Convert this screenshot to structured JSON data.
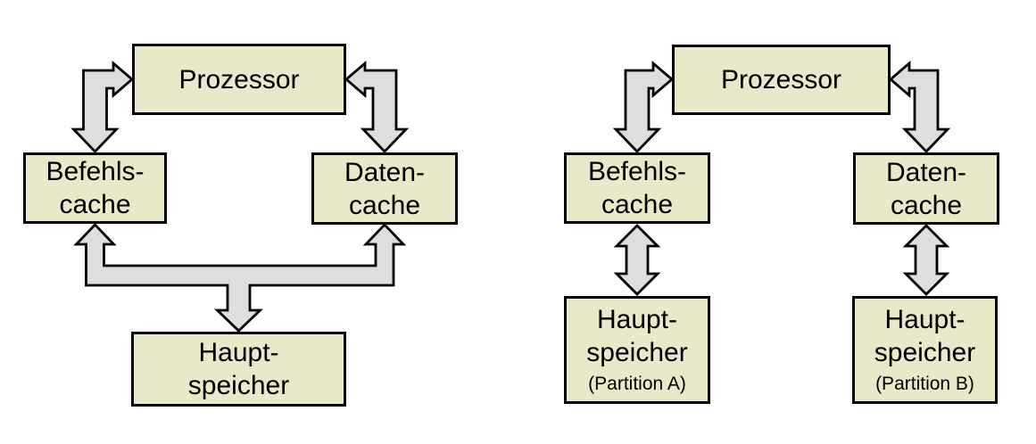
{
  "colors": {
    "background": "#ffffff",
    "box_fill": "#e9e8c9",
    "arrow_fill": "#dedede",
    "line_color": "#000000",
    "text_color": "#000000"
  },
  "left_diagram": {
    "prozessor": "Prozessor",
    "befehlscache_line1": "Befehls-",
    "befehlscache_line2": "cache",
    "datencache_line1": "Daten-",
    "datencache_line2": "cache",
    "hauptspeicher_line1": "Haupt-",
    "hauptspeicher_line2": "speicher"
  },
  "right_diagram": {
    "prozessor": "Prozessor",
    "befehlscache_line1": "Befehls-",
    "befehlscache_line2": "cache",
    "datencache_line1": "Daten-",
    "datencache_line2": "cache",
    "hauptspeicher_a_line1": "Haupt-",
    "hauptspeicher_a_line2": "speicher",
    "hauptspeicher_a_line3": "(Partition A)",
    "hauptspeicher_b_line1": "Haupt-",
    "hauptspeicher_b_line2": "speicher",
    "hauptspeicher_b_line3": "(Partition B)"
  }
}
